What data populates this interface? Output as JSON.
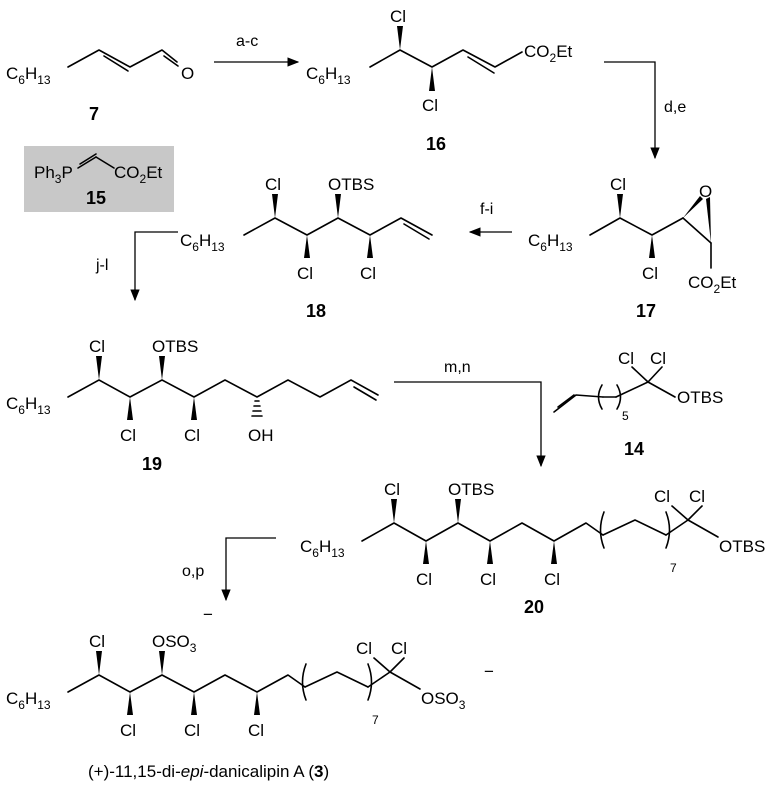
{
  "conditions": {
    "a_c": "a-c",
    "d_e": "d,e",
    "f_i": "f-i",
    "j_l": "j-l",
    "m_n": "m,n",
    "o_p": "o,p"
  },
  "compounds": {
    "c7": "7",
    "c16": "16",
    "c15": "15",
    "c17": "17",
    "c18": "18",
    "c19": "19",
    "c14": "14",
    "c20": "20",
    "c3": "3"
  },
  "atoms": {
    "Cl": "Cl",
    "O": "O",
    "OTBS": "OTBS",
    "OH": "OH",
    "CO2Et": "CO2Et",
    "Ph3P": "Ph3P",
    "C6H13": "C6H13",
    "OSO3": "OSO3",
    "minus": "−",
    "rep5": "5",
    "rep7": "7"
  },
  "product_name": {
    "prefix": "(+)-11,15-di-",
    "epi": "epi",
    "middle": "-danicalipin A (",
    "number": "3",
    "suffix": ")"
  },
  "colors": {
    "reagent_box": "#c8c8c8",
    "ink": "#000000"
  }
}
